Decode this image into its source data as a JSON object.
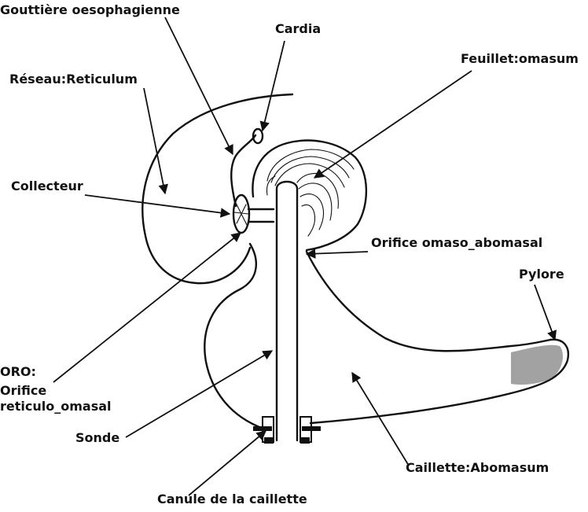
{
  "labels": {
    "gouttiere": "Gouttière oesophagienne",
    "cardia": "Cardia",
    "feuillet": "Feuillet:omasum",
    "reseau": "Réseau:Reticulum",
    "collecteur": "Collecteur",
    "orifice_omaso": "Orifice omaso_abomasal",
    "pylore": "Pylore",
    "oro": "ORO:",
    "orifice_reticulo_1": "Orifice",
    "orifice_reticulo_2": "reticulo_omasal",
    "sonde": "Sonde",
    "caillette": "Caillette:Abomasum",
    "canule": "Canule de la caillette"
  },
  "colors": {
    "ink": "#111111",
    "background": "#ffffff"
  }
}
